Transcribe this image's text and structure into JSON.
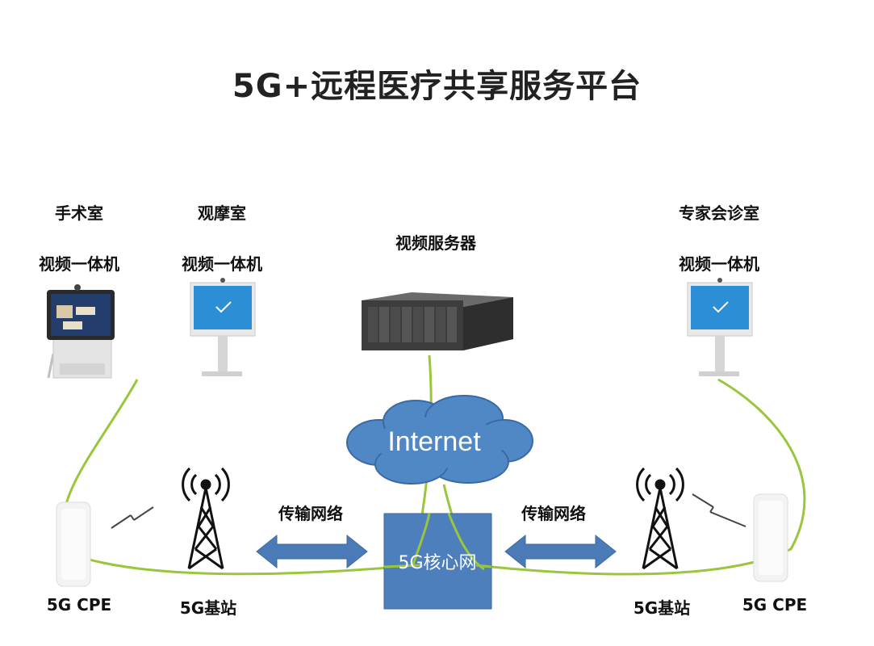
{
  "title": "5G+远程医疗共享服务平台",
  "nodes": {
    "or_room": {
      "location": "手术室",
      "device": "视频一体机"
    },
    "observe_room": {
      "location": "观摩室",
      "device": "视频一体机"
    },
    "video_server": {
      "label": "视频服务器"
    },
    "expert_room": {
      "location": "专家会诊室",
      "device": "视频一体机"
    },
    "internet": {
      "label": "Internet"
    },
    "core": {
      "label": "5G核心网"
    },
    "cpe_left": {
      "label": "5G CPE"
    },
    "base_left": {
      "label": "5G基站"
    },
    "base_right": {
      "label": "5G基站"
    },
    "cpe_right": {
      "label": "5G CPE"
    },
    "link_left": {
      "label": "传输网络"
    },
    "link_right": {
      "label": "传输网络"
    }
  },
  "colors": {
    "link_line": "#9ac63c",
    "arrow_fill": "#4a7bb7",
    "core_fill": "#4d7fbd",
    "cloud_fill": "#5088c5",
    "screen_blue": "#2c8fd6"
  },
  "icons": [
    "all-in-one-video-terminal-icon",
    "video-terminal-icon",
    "rack-server-icon",
    "cloud-icon",
    "cell-tower-icon",
    "cpe-router-icon",
    "wireless-signal-icon"
  ]
}
